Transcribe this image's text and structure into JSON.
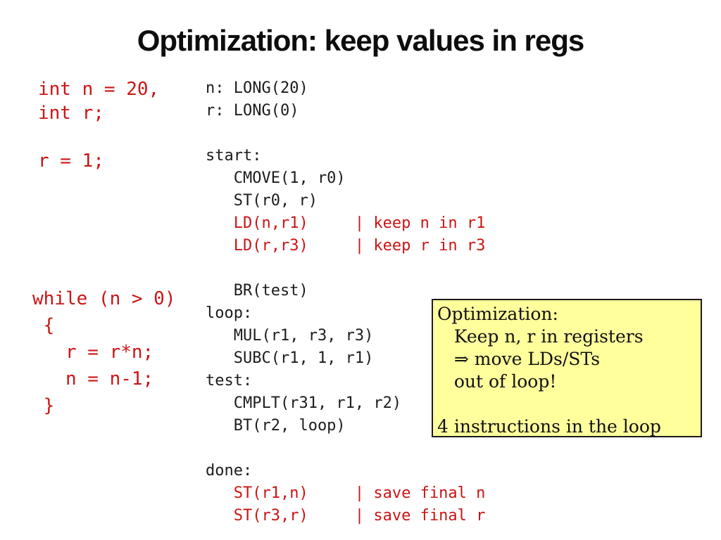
{
  "title": "Optimization: keep values in regs",
  "colors": {
    "red": "#cc1414",
    "code_black": "#1c1c1c",
    "note_bg": "#ffff9c",
    "note_border": "#1b1b1b"
  },
  "c_code": {
    "declarations": [
      {
        "text": "int n = 20,"
      },
      {
        "text": "int r;"
      },
      {
        "text": ""
      },
      {
        "text": "r = 1;"
      }
    ],
    "loop": [
      {
        "text": "while (n > 0)"
      },
      {
        "text": " {"
      },
      {
        "text": "   r = r*n;"
      },
      {
        "text": "   n = n-1;"
      },
      {
        "text": " }"
      }
    ]
  },
  "assembly": [
    {
      "text": "n: LONG(20)",
      "red": false
    },
    {
      "text": "r: LONG(0)",
      "red": false
    },
    {
      "text": "",
      "red": false
    },
    {
      "text": "start:",
      "red": false
    },
    {
      "text": "   CMOVE(1, r0)",
      "red": false
    },
    {
      "text": "   ST(r0, r)",
      "red": false
    },
    {
      "text": "   LD(n,r1)     | keep n in r1",
      "red": true
    },
    {
      "text": "   LD(r,r3)     | keep r in r3",
      "red": true
    },
    {
      "text": "",
      "red": false
    },
    {
      "text": "   BR(test)",
      "red": false
    },
    {
      "text": "loop:",
      "red": false
    },
    {
      "text": "   MUL(r1, r3, r3)",
      "red": false
    },
    {
      "text": "   SUBC(r1, 1, r1)",
      "red": false
    },
    {
      "text": "test:",
      "red": false
    },
    {
      "text": "   CMPLT(r31, r1, r2)",
      "red": false
    },
    {
      "text": "   BT(r2, loop)",
      "red": false
    },
    {
      "text": "",
      "red": false
    },
    {
      "text": "done:",
      "red": false
    },
    {
      "text": "   ST(r1,n)     | save final n",
      "red": true
    },
    {
      "text": "   ST(r3,r)     | save final r",
      "red": true
    }
  ],
  "note": {
    "lines": [
      "Optimization:",
      "   Keep n, r in registers",
      "   ⇒ move LDs/STs",
      "   out of loop!",
      "",
      "4 instructions in the loop"
    ]
  }
}
